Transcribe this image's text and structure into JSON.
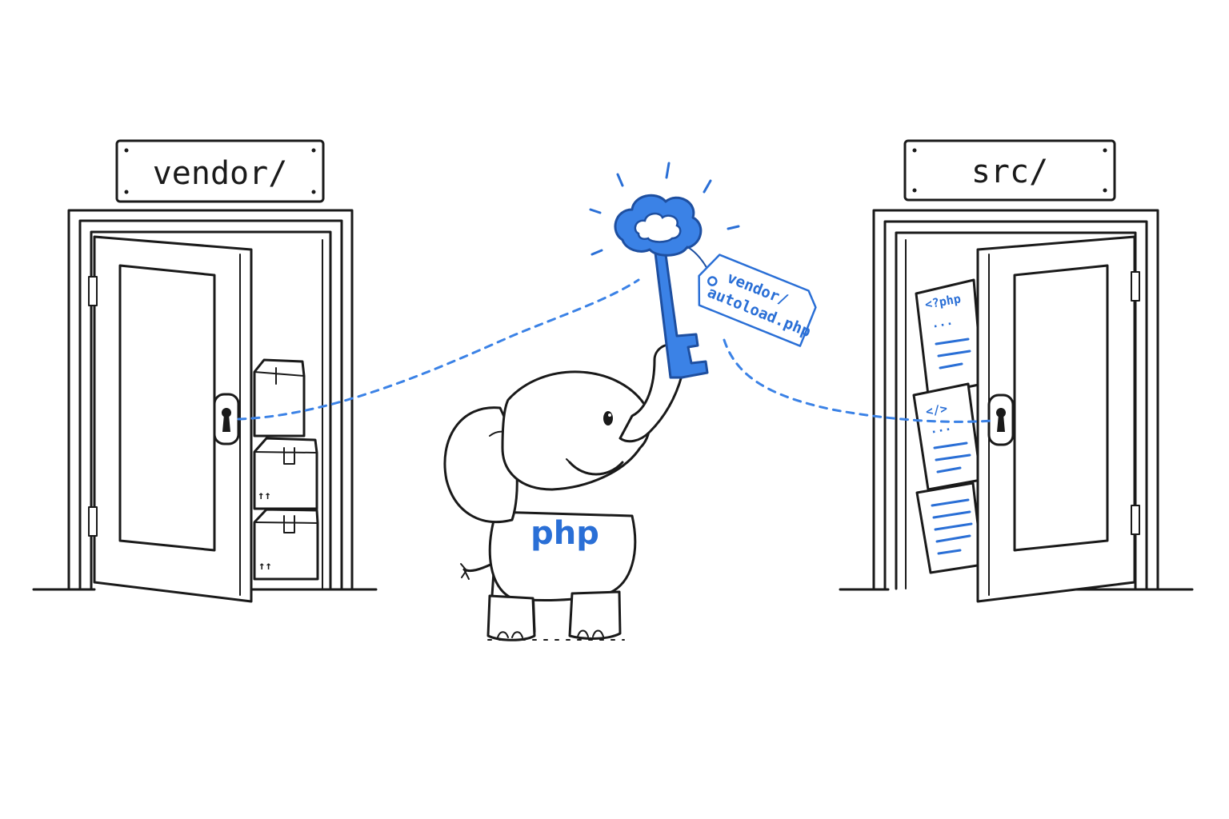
{
  "signs": {
    "left": "vendor/",
    "right": "src/"
  },
  "key_tag": {
    "line1": "vendor/",
    "line2": "autoload.php"
  },
  "elephant": {
    "label": "php"
  },
  "src_files": {
    "file1_header": "<?php",
    "file1_ellipsis": "...",
    "file2_header": "</>",
    "file2_ellipsis": "..."
  },
  "boxes": {
    "arrow_symbol": "↑↑"
  },
  "colors": {
    "accent": "#2a6fd6",
    "key_fill": "#3b82e6",
    "ink": "#1a1a1a",
    "background": "#ffffff"
  },
  "icons": [
    "keyhole-icon",
    "key-icon",
    "cardboard-box-icon",
    "code-file-icon",
    "hinge-icon"
  ]
}
